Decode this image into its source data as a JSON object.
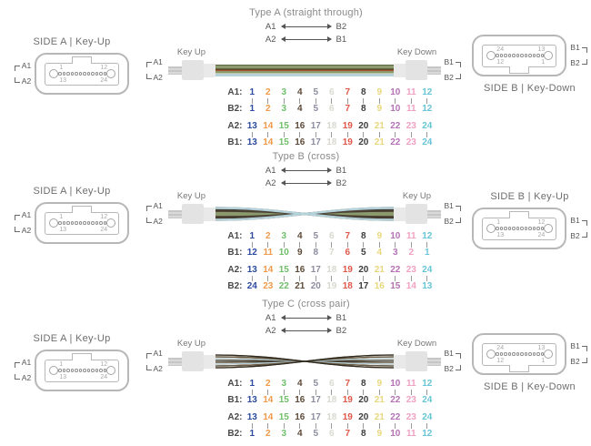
{
  "colors": {
    "fiber_position_colors": [
      "#2b4a9e",
      "#ef9a4a",
      "#6fbf69",
      "#5d4a38",
      "#8d8da0",
      "#d9d9cf",
      "#e0574a",
      "#3c3c3c",
      "#e8d77d",
      "#b473b4",
      "#f2a0c2",
      "#67c5d6"
    ],
    "ribbon_stripes_cross": [
      "#6b5a40",
      "#2e2a20",
      "#9a5a36",
      "#8a9a6d",
      "#4a4034",
      "#b5d2da"
    ],
    "title_gray": "#8a8a8a",
    "connector_label_gray": "#6e6e6e",
    "row_label_color": "#4a4a4a"
  },
  "sections": [
    {
      "title": "Type A (straight through)",
      "arrows": [
        {
          "from": "A1",
          "to": "B2"
        },
        {
          "from": "A2",
          "to": "B1"
        }
      ],
      "left_connector": {
        "title": "SIDE A | Key-Up",
        "bracket": [
          "A1",
          "A2"
        ],
        "corners": {
          "tl": "1",
          "tr": "12",
          "bl": "13",
          "br": "24"
        }
      },
      "right_connector": {
        "title": "SIDE B | Key-Down",
        "bracket": [
          "B1",
          "B2"
        ],
        "corners": {
          "tl": "24",
          "tr": "13",
          "bl": "12",
          "br": "1"
        }
      },
      "cable": {
        "left_key_label": "Key Up",
        "right_key_label": "Key Down",
        "left_bracket": [
          "A1",
          "A2"
        ],
        "right_bracket": [
          "B1",
          "B2"
        ]
      },
      "fiber_groups": [
        {
          "top_label": "A1:",
          "top_numbers": [
            1,
            2,
            3,
            4,
            5,
            6,
            7,
            8,
            9,
            10,
            11,
            12
          ],
          "bottom_label": "B2:",
          "bottom_numbers": [
            1,
            2,
            3,
            4,
            5,
            6,
            7,
            8,
            9,
            10,
            11,
            12
          ]
        },
        {
          "top_label": "A2:",
          "top_numbers": [
            13,
            14,
            15,
            16,
            17,
            18,
            19,
            20,
            21,
            22,
            23,
            24
          ],
          "bottom_label": "B1:",
          "bottom_numbers": [
            13,
            14,
            15,
            16,
            17,
            18,
            19,
            20,
            21,
            22,
            23,
            24
          ]
        }
      ]
    },
    {
      "title": "Type B (cross)",
      "arrows": [
        {
          "from": "A1",
          "to": "B1"
        },
        {
          "from": "A2",
          "to": "B2"
        }
      ],
      "left_connector": {
        "title": "SIDE A | Key-Up",
        "bracket": [
          "A1",
          "A2"
        ],
        "corners": {
          "tl": "1",
          "tr": "12",
          "bl": "13",
          "br": "24"
        }
      },
      "right_connector": {
        "title": "SIDE B | Key-Up",
        "bracket": [
          "B1",
          "B2"
        ],
        "corners": {
          "tl": "1",
          "tr": "12",
          "bl": "13",
          "br": "24"
        }
      },
      "cable": {
        "left_key_label": "Key Up",
        "right_key_label": "Key Up",
        "left_bracket": [
          "A1",
          "A2"
        ],
        "right_bracket": [
          "B1",
          "B2"
        ]
      },
      "fiber_groups": [
        {
          "top_label": "A1:",
          "top_numbers": [
            1,
            2,
            3,
            4,
            5,
            6,
            7,
            8,
            9,
            10,
            11,
            12
          ],
          "bottom_label": "B1:",
          "bottom_numbers": [
            12,
            11,
            10,
            9,
            8,
            7,
            6,
            5,
            4,
            3,
            2,
            1
          ]
        },
        {
          "top_label": "A2:",
          "top_numbers": [
            13,
            14,
            15,
            16,
            17,
            18,
            19,
            20,
            21,
            22,
            23,
            24
          ],
          "bottom_label": "B2:",
          "bottom_numbers": [
            24,
            23,
            22,
            21,
            20,
            19,
            18,
            17,
            16,
            15,
            14,
            13
          ]
        }
      ]
    },
    {
      "title": "Type C (cross pair)",
      "arrows": [
        {
          "from": "A1",
          "to": "B1"
        },
        {
          "from": "A2",
          "to": "B2"
        }
      ],
      "left_connector": {
        "title": "SIDE A | Key-Up",
        "bracket": [
          "A1",
          "A2"
        ],
        "corners": {
          "tl": "1",
          "tr": "12",
          "bl": "13",
          "br": "24"
        }
      },
      "right_connector": {
        "title": "SIDE B | Key-Down",
        "bracket": [
          "B1",
          "B2"
        ],
        "corners": {
          "tl": "24",
          "tr": "13",
          "bl": "12",
          "br": "1"
        }
      },
      "cable": {
        "left_key_label": "Key Up",
        "right_key_label": "Key Down",
        "left_bracket": [
          "A1",
          "A2"
        ],
        "right_bracket": [
          "B1",
          "B2"
        ]
      },
      "fiber_groups": [
        {
          "top_label": "A1:",
          "top_numbers": [
            1,
            2,
            3,
            4,
            5,
            6,
            7,
            8,
            9,
            10,
            11,
            12
          ],
          "bottom_label": "B1:",
          "bottom_numbers": [
            13,
            14,
            15,
            16,
            17,
            18,
            19,
            20,
            21,
            22,
            23,
            24
          ]
        },
        {
          "top_label": "A2:",
          "top_numbers": [
            13,
            14,
            15,
            16,
            17,
            18,
            19,
            20,
            21,
            22,
            23,
            24
          ],
          "bottom_label": "B2:",
          "bottom_numbers": [
            1,
            2,
            3,
            4,
            5,
            6,
            7,
            8,
            9,
            10,
            11,
            12
          ]
        }
      ]
    }
  ]
}
